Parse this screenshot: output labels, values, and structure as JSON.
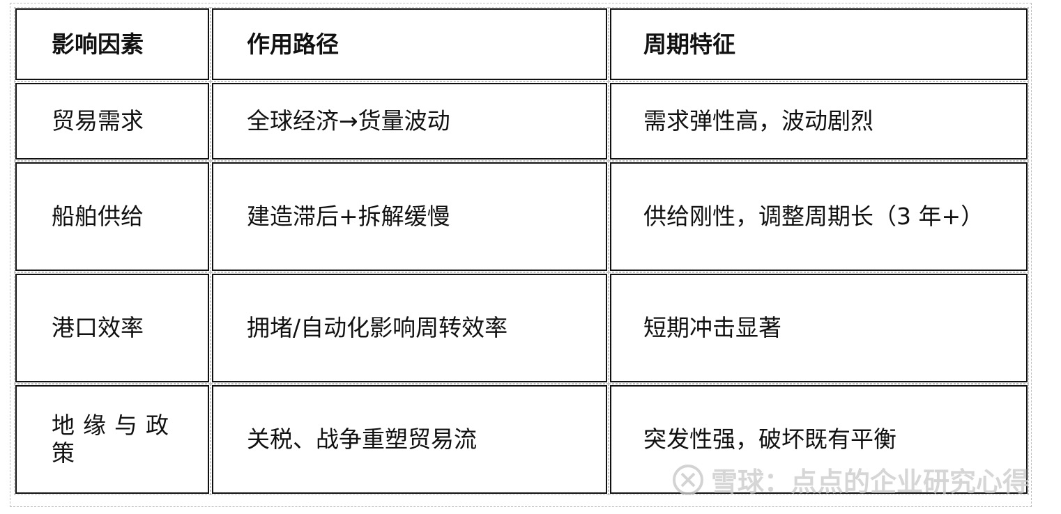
{
  "table": {
    "headers": [
      "影响因素",
      "作用路径",
      "周期特征"
    ],
    "rows": [
      [
        "贸易需求",
        "全球经济→货量波动",
        "需求弹性高，波动剧烈"
      ],
      [
        "船舶供给",
        "建造滞后+拆解缓慢",
        "供给刚性，调整周期长（3 年+）"
      ],
      [
        "港口效率",
        "拥堵/自动化影响周转效率",
        "短期冲击显著"
      ],
      [
        "地缘与政策",
        "关税、战争重塑贸易流",
        "突发性强，破坏既有平衡"
      ]
    ]
  },
  "watermark": {
    "text": "雪球：点点的企业研究心得",
    "icon": "xueqiu-logo-icon"
  }
}
